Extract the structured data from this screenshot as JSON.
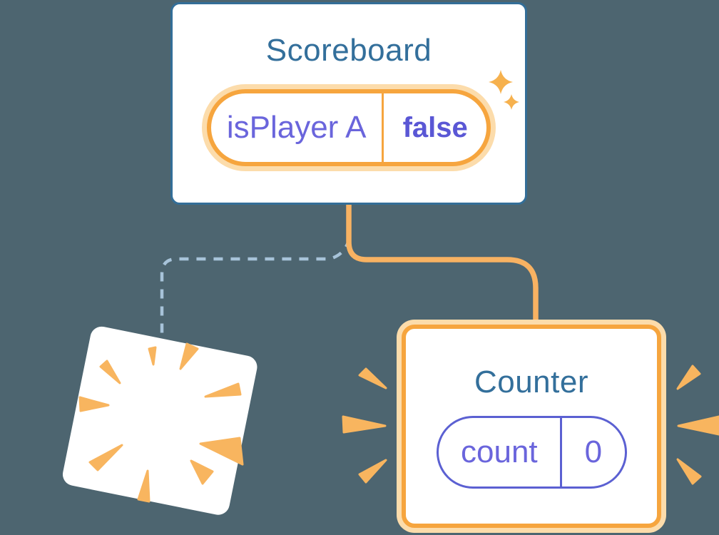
{
  "diagram": {
    "background_color": "#4d6570",
    "scoreboard": {
      "title": "Scoreboard",
      "state_name": "isPlayer A",
      "state_value": "false"
    },
    "counter": {
      "title": "Counter",
      "state_name": "count",
      "state_value": "0"
    },
    "icons": {
      "sparkle": "four-point-star",
      "burst": "wedge-ray"
    },
    "colors": {
      "background": "#4d6570",
      "component_border_blue": "#336e98",
      "component_title_blue": "#336f9b",
      "highlight_orange": "#f6a53e",
      "highlight_glow": "#fcdcab",
      "connector_orange": "#f8b262",
      "connector_dashed_blue": "#a7c3d9",
      "state_purple": "#6a65dc",
      "state_value_purple": "#5a57d5",
      "pill_border_purple": "#5b60d2",
      "burst_orange": "#f8b55f",
      "sparkle_orange": "#f6b14e",
      "card_white": "#ffffff"
    }
  }
}
